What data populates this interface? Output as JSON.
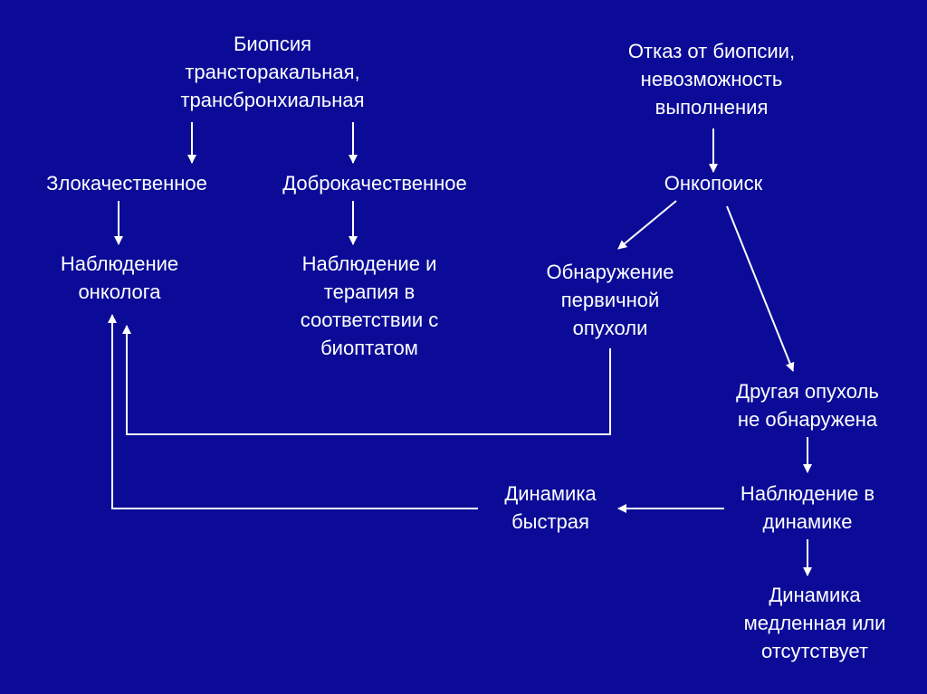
{
  "nodes": {
    "biopsy": [
      "Биопсия",
      "трансторакальная,",
      "трансбронхиальная"
    ],
    "refusal": [
      "Отказ от биопсии,",
      "невозможность",
      "выполнения"
    ],
    "malignant": [
      "Злокачественное"
    ],
    "benign": [
      "Доброкачественное"
    ],
    "oncosearch": [
      "Онкопоиск"
    ],
    "oncologist": [
      "Наблюдение",
      "онколога"
    ],
    "therapy": [
      "Наблюдение и",
      "терапия в",
      "соответствии с",
      "биоптатом"
    ],
    "primary_found": [
      "Обнаружение",
      "первичной",
      "опухоли"
    ],
    "no_other_tumor": [
      "Другая опухоль",
      "не обнаружена"
    ],
    "fast_dynamics": [
      "Динамика",
      "быстрая"
    ],
    "observation_dynamics": [
      "Наблюдение в",
      "динамике"
    ],
    "slow_dynamics": [
      "Динамика",
      "медленная или",
      "отсутствует"
    ]
  },
  "colors": {
    "background": "#0b0b98",
    "foreground": "#ffffff"
  }
}
